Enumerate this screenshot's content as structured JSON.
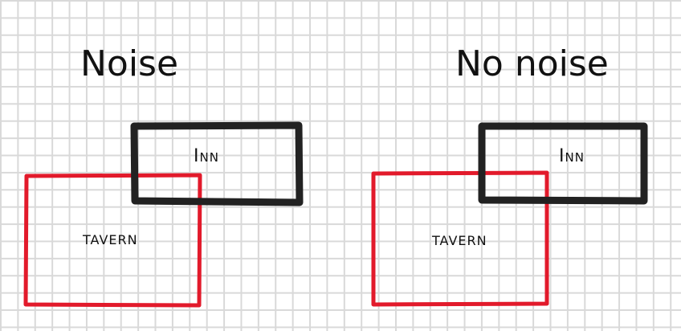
{
  "panels": {
    "left": {
      "title": "Noise",
      "inn_label": "Inn",
      "tavern_label": "TAVERN"
    },
    "right": {
      "title": "No noise",
      "inn_label": "Inn",
      "tavern_label": "TAVERN"
    }
  },
  "colors": {
    "inn_stroke": "#222222",
    "tavern_stroke": "#e21a2b",
    "grid": "#d9d9d9"
  }
}
